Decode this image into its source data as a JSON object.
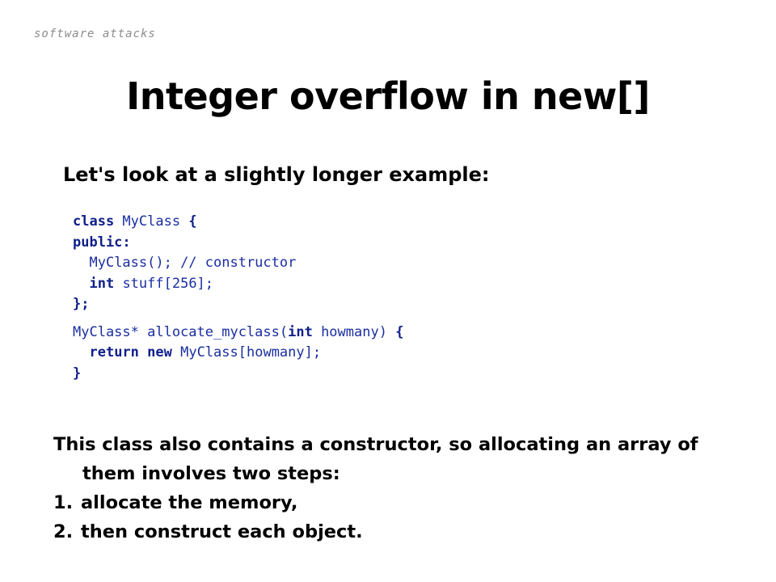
{
  "header": {
    "section": "Software Attacks"
  },
  "slide": {
    "title": "Integer overflow in new[]",
    "intro": "Let's look at a slightly longer example:"
  },
  "code": {
    "l1": {
      "kw1": "class",
      "rest1": " MyClass ",
      "kw2": "{"
    },
    "l2": {
      "kw1": "public:"
    },
    "l3": {
      "indent": "  ",
      "rest1": "MyClass(); // constructor"
    },
    "l4": {
      "indent": "  ",
      "kw1": "int",
      "rest1": " stuff[256];"
    },
    "l5": {
      "kw1": "};"
    },
    "l6": {
      "rest1": "MyClass* allocate_myclass(",
      "kw1": "int",
      "rest2": " howmany) ",
      "kw2": "{"
    },
    "l7": {
      "indent": "  ",
      "kw1": "return",
      "sp": " ",
      "kw2": "new",
      "rest1": " MyClass[howmany];"
    },
    "l8": {
      "kw1": "}"
    }
  },
  "body": {
    "paragraph": "This class also contains a constructor, so allocating an array of them involves two steps:",
    "steps": [
      {
        "num": "1.",
        "text": "allocate the memory,"
      },
      {
        "num": "2.",
        "text": "then construct each object."
      }
    ]
  }
}
